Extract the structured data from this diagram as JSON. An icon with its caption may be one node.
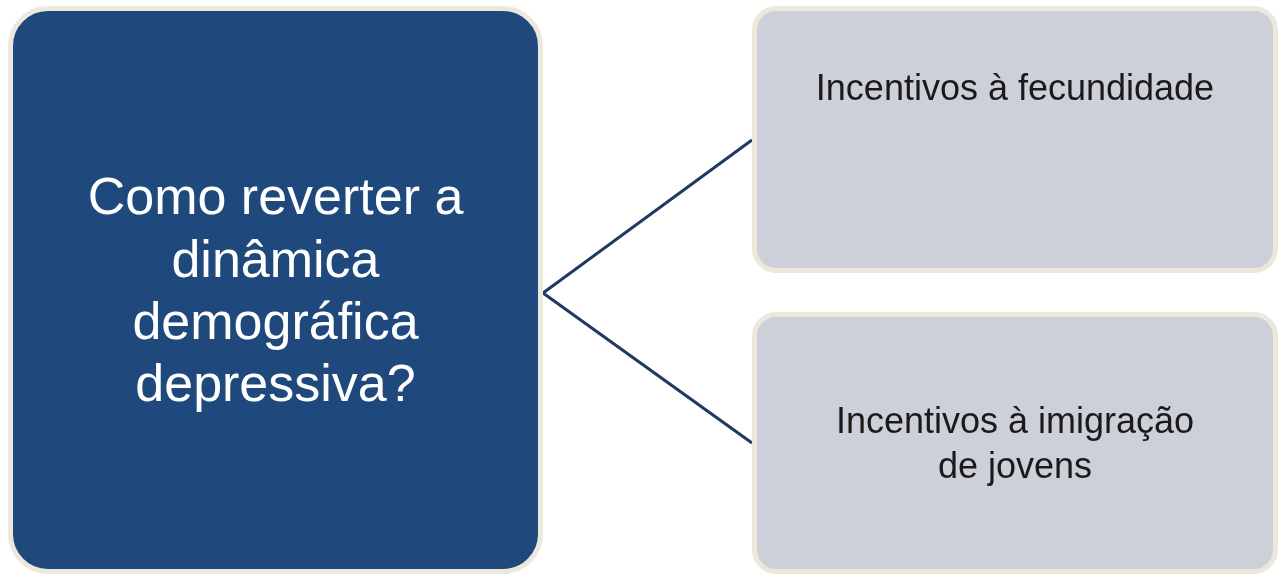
{
  "diagram": {
    "nodes": [
      {
        "text": [
          "Como reverter a dinâmica demográfica depressiva?"
        ]
      },
      {
        "text": [
          "Incentivos à fecundidade"
        ]
      },
      {
        "text": [
          "Incentivos à imigração de jovens"
        ]
      }
    ],
    "edges": [
      {
        "from": 0,
        "to": 1,
        "arrow": "none"
      },
      {
        "from": 0,
        "to": 2,
        "arrow": "none"
      }
    ]
  }
}
